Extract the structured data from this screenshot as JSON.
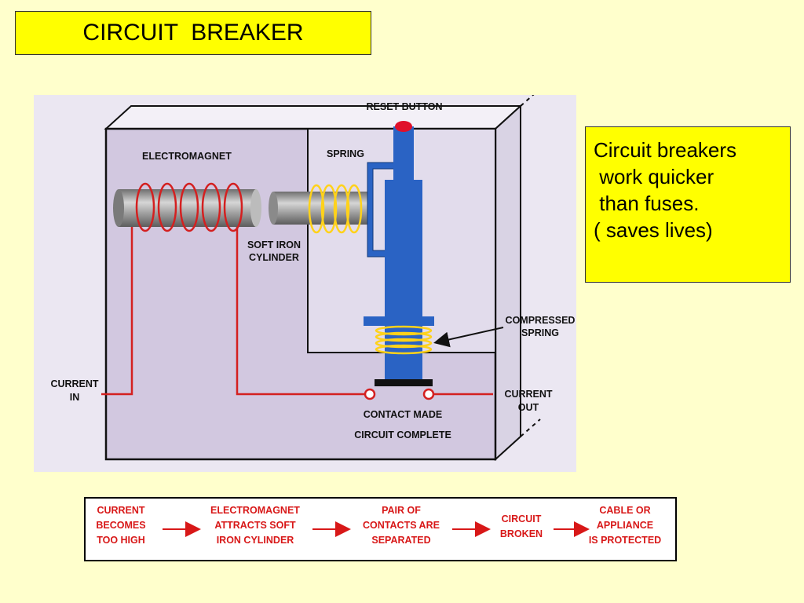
{
  "title": "CIRCUIT  BREAKER",
  "note": {
    "lines": [
      "Circuit breakers",
      " work quicker",
      " than fuses.",
      "( saves lives)"
    ]
  },
  "diagram": {
    "labels": {
      "reset_button": "RESET BUTTON",
      "electromagnet": "ELECTROMAGNET",
      "spring": "SPRING",
      "soft_iron_1": "SOFT IRON",
      "soft_iron_2": "CYLINDER",
      "compressed_1": "COMPRESSED",
      "compressed_2": "SPRING",
      "current_in_1": "CURRENT",
      "current_in_2": "IN",
      "current_out_1": "CURRENT",
      "current_out_2": "OUT",
      "contact_made": "CONTACT MADE",
      "circuit_complete": "CIRCUIT COMPLETE"
    }
  },
  "flow": {
    "steps": [
      [
        "CURRENT",
        "BECOMES",
        "TOO HIGH"
      ],
      [
        "ELECTROMAGNET",
        "ATTRACTS SOFT",
        "IRON CYLINDER"
      ],
      [
        "PAIR OF",
        "CONTACTS ARE",
        "SEPARATED"
      ],
      [
        "CIRCUIT",
        "BROKEN"
      ],
      [
        "CABLE OR",
        "APPLIANCE",
        "IS PROTECTED"
      ]
    ]
  },
  "colors": {
    "title_bg": "#ffff00",
    "page_bg": "#ffffcc",
    "wire": "#d42020",
    "coil": "#d42020",
    "spring": "#ffd21a",
    "plunger": "#2a63c4",
    "flow_text": "#d81818"
  }
}
